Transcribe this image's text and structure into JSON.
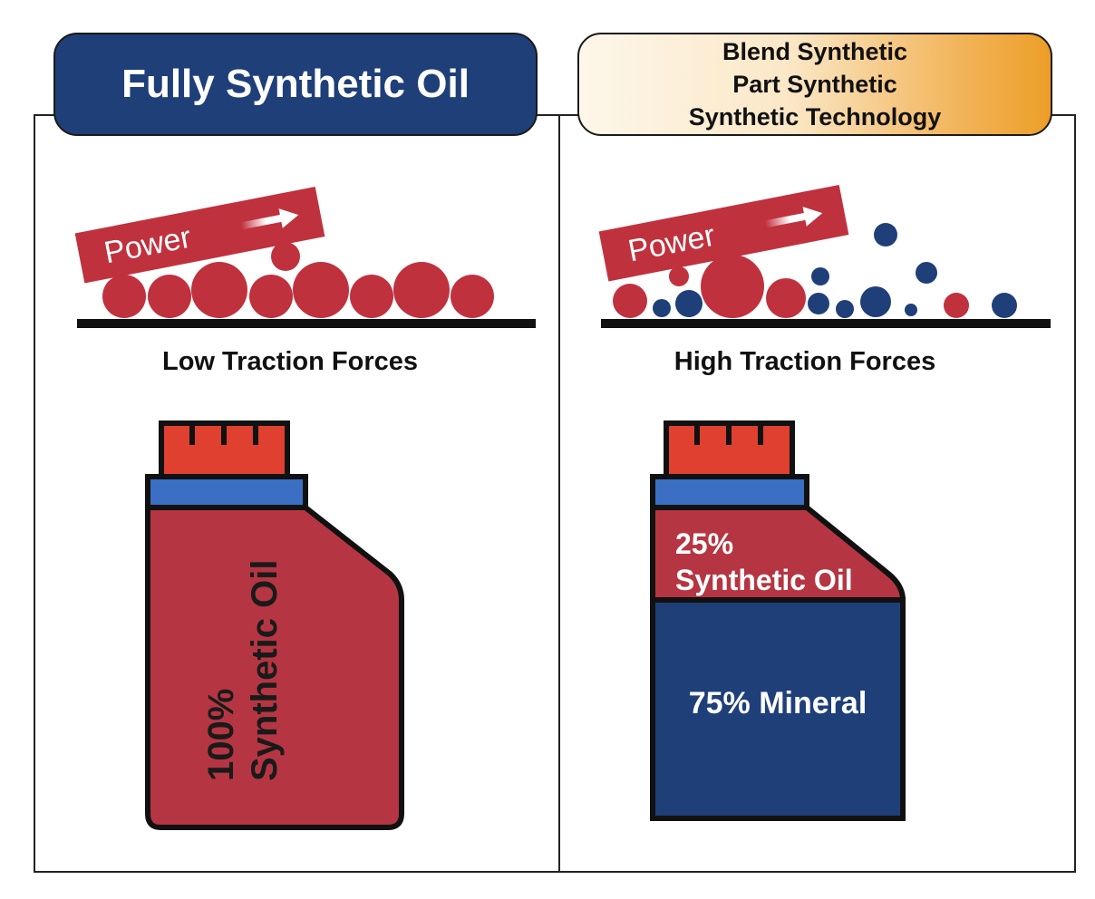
{
  "left_panel": {
    "header": "Fully Synthetic Oil",
    "power_label": "Power",
    "traction_label": "Low Traction Forces",
    "bottle_label_line1": "100%",
    "bottle_label_line2": "Synthetic Oil"
  },
  "right_panel": {
    "header_lines": [
      "Blend Synthetic",
      "Part Synthetic",
      "Synthetic Technology"
    ],
    "power_label": "Power",
    "traction_label": "High Traction Forces",
    "top_fill_line1": "25%",
    "top_fill_line2": "Synthetic Oil",
    "bottom_fill_label": "75% Mineral"
  },
  "colors": {
    "navy": "#1f3f79",
    "red": "#c0313e",
    "blue_band": "#3a6fc4",
    "cap_red": "#e0402f",
    "black": "#111111"
  },
  "icons": [
    "arrow-right-icon",
    "oil-bottle-icon",
    "particle-circle-icon"
  ]
}
